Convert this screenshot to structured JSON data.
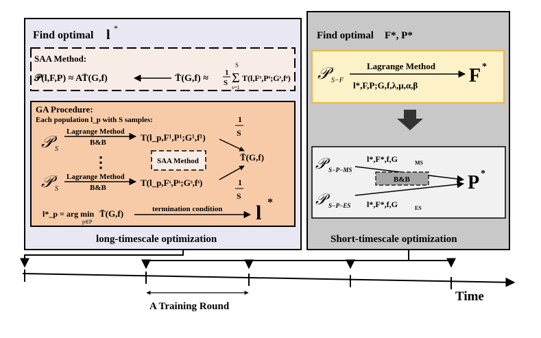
{
  "left_panel": {
    "title": "Find optimal",
    "title_var": "l",
    "caption": "long-timescale optimization",
    "saa": {
      "heading": "SAA Method:",
      "lhs": "𝒫(l,F,P) ≈ AT̄(G,f)",
      "rhs_prefix": "T̄(G,f) ≈",
      "frac_num": "1",
      "frac_den": "S",
      "sum_top": "S",
      "sum_bottom": "s=1",
      "rhs_term": "T(l,Fˢ,Pˢ;Gˢ,fˢ)"
    },
    "ga": {
      "heading": "GA Procedure:",
      "subheading": "Each population l_p with S samples:",
      "ps_symbol": "𝒫",
      "ps_sub": "S",
      "arrow_top_label": "Lagrange Method",
      "arrow_bottom_label": "B&B",
      "eq_sample1": "T(l_p,F¹,P¹;G¹,f¹)",
      "eq_sampleS": "T(l_p,Fˢ,Pˢ;Gˢ,fˢ)",
      "frac_num": "1",
      "frac_den": "S",
      "dots": "⋮",
      "saa_box_label": "SAA Method",
      "result": "T̄(G,f)",
      "argmin_lhs": "l*_p = arg min",
      "argmin_sub": "p∈P",
      "argmin_rhs": "T̄(G,f)",
      "termination_label": "termination condition",
      "final_var": "l"
    }
  },
  "right_panel": {
    "title": "Find optimal",
    "title_var": "F*, P*",
    "caption": "Short-timescale optimization",
    "yellow": {
      "ps_symbol": "𝒫",
      "ps_sub": "S−F",
      "arrow_label": "Lagrange Method",
      "params": "l*,F,P;G,f,λ,μ,α,β",
      "output": "F"
    },
    "lower": {
      "ms_symbol": "𝒫",
      "ms_sub": "S−P−MS",
      "es_symbol": "𝒫",
      "es_sub": "S−P−ES",
      "ms_params": "l*,F*,f,G",
      "ms_params_sub": "MS",
      "es_params": "l*,F*,f,G",
      "es_params_sub": "ES",
      "bb_label": "B&B",
      "output": "P"
    }
  },
  "timeline": {
    "time_label": "Time",
    "training_round_label": "A Training Round"
  },
  "colors": {
    "left_panel_bg": "#e9e7f1",
    "saa_bg": "#f8ece6",
    "ga_bg": "#f8cba8",
    "right_panel_bg": "#c8c8c8",
    "yellow_bg": "#fdf1c8",
    "yellow_border": "#e8b84a",
    "lower_bg": "#f1f1f1",
    "bb_gray": "#a6a6a6"
  }
}
